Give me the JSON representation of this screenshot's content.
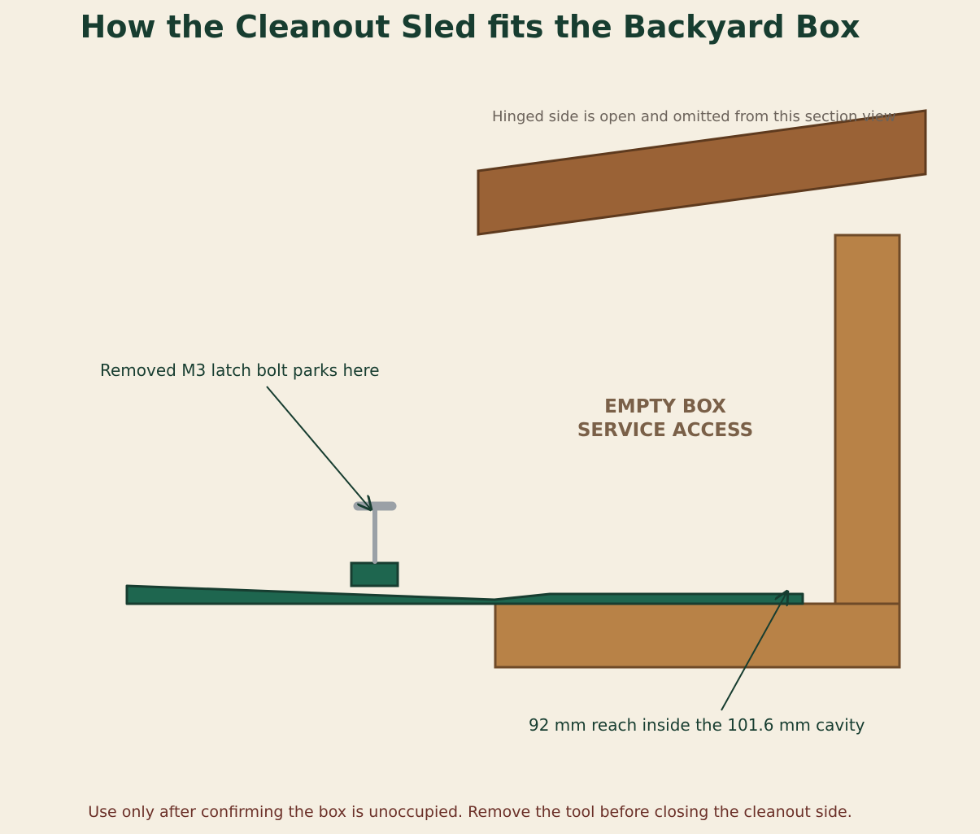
{
  "title": "How the Cleanout Sled fits the Backyard Box",
  "notes": {
    "hinged_side": "Hinged side is open and omitted from this section view",
    "bolt_park": "Removed M3 latch bolt parks here",
    "reach": "92 mm reach inside the 101.6 mm cavity"
  },
  "center_label": {
    "line1": "EMPTY BOX",
    "line2": "SERVICE ACCESS"
  },
  "footer": "Use only after confirming the box is unoccupied. Remove the tool before closing the cleanout side.",
  "colors": {
    "background": "#f5efe2",
    "roof": "#9a6236",
    "wood": "#b88247",
    "wood_outline": "#6e4a28",
    "sled": "#1e664f",
    "sled_outline": "#173d30",
    "bolt": "#9aa0a6",
    "title": "#173d30",
    "footer": "#6b3028"
  }
}
